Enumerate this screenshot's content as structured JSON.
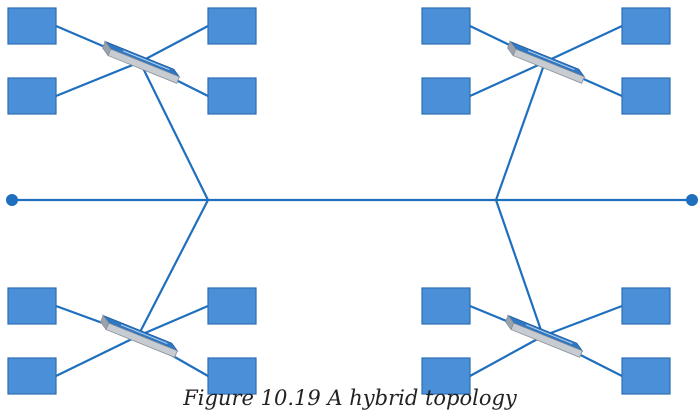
{
  "caption": "Figure 10.19 A hybrid topology",
  "colors": {
    "line": "#1f6fbf",
    "node_fill": "#4a90d9",
    "node_stroke": "#2e6fb4",
    "switch_top": "#2f78c4",
    "switch_side": "#9aa3ad",
    "switch_front": "#c7ccd2"
  },
  "diagram": {
    "topology": "hybrid (bus backbone with star segments)",
    "bus_terminators": 2,
    "bus_junctions": 2,
    "hubs": 4,
    "computers_per_hub": 4,
    "icons": [
      "computer-node-icon",
      "switch-icon",
      "terminator-icon"
    ]
  }
}
